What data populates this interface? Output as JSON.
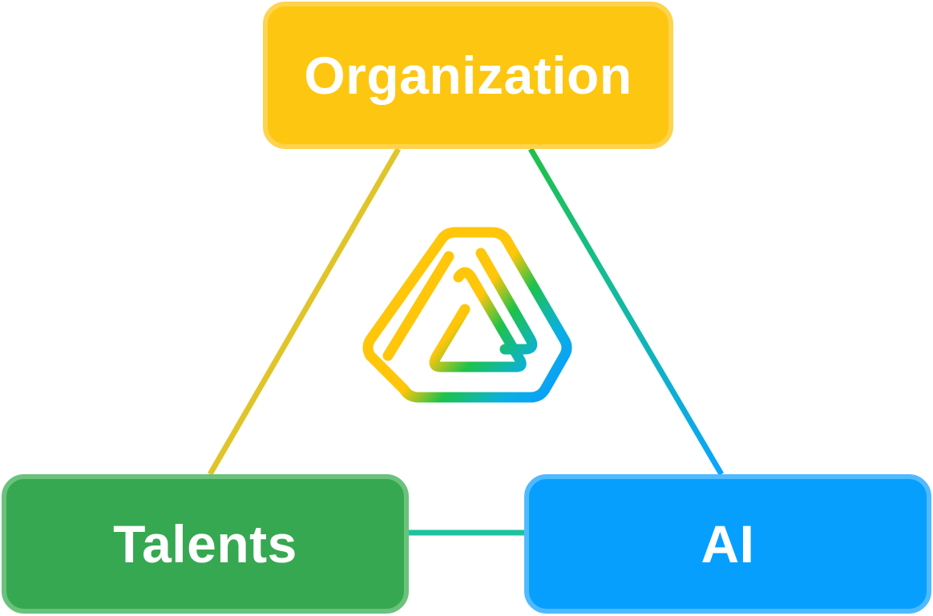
{
  "nodes": {
    "organization": {
      "label": "Organization",
      "color": "#fdc611"
    },
    "talents": {
      "label": "Talents",
      "color": "#37a852"
    },
    "ai": {
      "label": "AI",
      "color": "#069ffe"
    }
  },
  "edges": [
    {
      "from": "organization",
      "to": "talents",
      "color": "#e0c52a"
    },
    {
      "from": "organization",
      "to": "ai",
      "color_start": "#20c048",
      "color_end": "#0aa4ff"
    },
    {
      "from": "talents",
      "to": "ai",
      "color": "#1dc3a0"
    }
  ],
  "logo": {
    "icon": "nested-triangle-logo-icon",
    "gradient": [
      "#ffc60a",
      "#1ec24a",
      "#0aa0ff"
    ]
  }
}
